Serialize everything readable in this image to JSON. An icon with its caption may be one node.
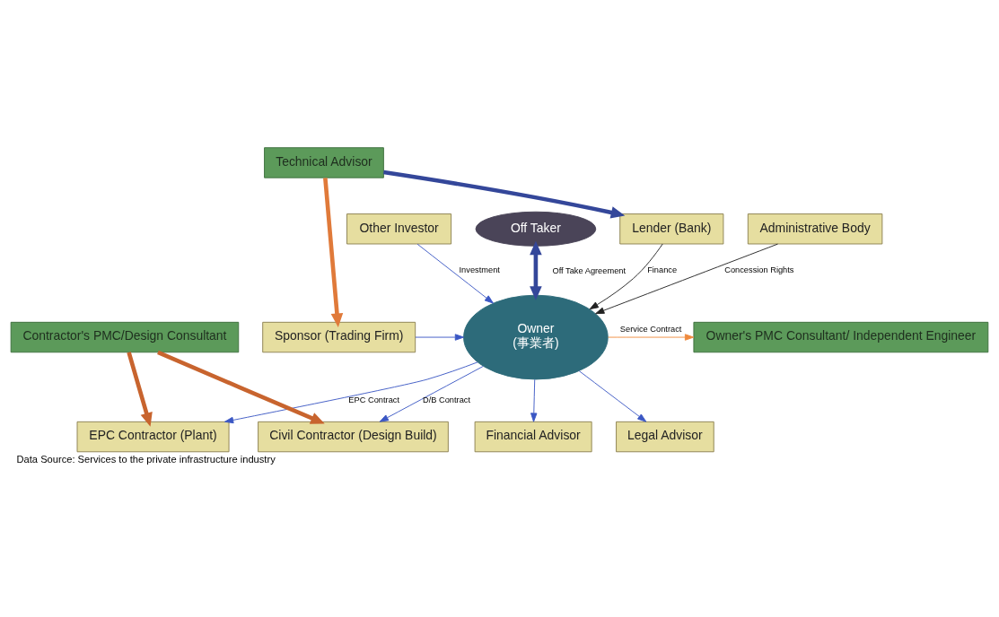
{
  "diagram": {
    "caption": "Data Source: Services to the private infrastructure industry",
    "nodes": [
      {
        "text": [
          "Technical Advisor"
        ]
      },
      {
        "text": [
          "Off Taker"
        ]
      },
      {
        "text": [
          "Lender (Bank)"
        ]
      },
      {
        "text": [
          "Administrative Body"
        ]
      },
      {
        "text": [
          "Sponsor (Trading Firm)"
        ]
      },
      {
        "text": [
          "Owner",
          "(事業者)"
        ]
      },
      {
        "text": [
          "Legal Advisor"
        ]
      },
      {
        "text": [
          "Other Investor"
        ]
      },
      {
        "text": [
          "Financial Advisor"
        ]
      },
      {
        "text": [
          "Owner's PMC Consultant/ Independent Engineer"
        ]
      },
      {
        "text": [
          "Civil Contractor (Design Build)"
        ]
      },
      {
        "text": [
          "EPC Contractor (Plant)"
        ]
      },
      {
        "text": [
          "Contractor's PMC/Design Consultant"
        ]
      }
    ],
    "edges": [
      {
        "from": 0,
        "to": 2,
        "arrow": "to",
        "style": "thick",
        "color": "#34479a"
      },
      {
        "from": 0,
        "to": 4,
        "arrow": "to",
        "style": "thick",
        "color": "#e07a3a"
      },
      {
        "from": 1,
        "to": 5,
        "arrow": "both",
        "label": "Off Take Agreement",
        "style": "thick",
        "color": "#34479a"
      },
      {
        "from": 2,
        "to": 5,
        "arrow": "to",
        "label": "Finance",
        "color": "#222222"
      },
      {
        "from": 3,
        "to": 5,
        "arrow": "to",
        "label": "Concession Rights",
        "color": "#222222"
      },
      {
        "from": 4,
        "to": 5,
        "arrow": "to"
      },
      {
        "from": 7,
        "to": 5,
        "arrow": "to",
        "label": "Investment"
      },
      {
        "from": 5,
        "to": 6,
        "arrow": "to"
      },
      {
        "from": 5,
        "to": 8,
        "arrow": "to"
      },
      {
        "from": 5,
        "to": 9,
        "arrow": "to",
        "label": "Service Contract",
        "color": "#ef8a3e"
      },
      {
        "from": 5,
        "to": 10,
        "arrow": "to",
        "label": "D/B Contract"
      },
      {
        "from": 5,
        "to": 11,
        "arrow": "to",
        "label": "EPC Contract"
      },
      {
        "from": 12,
        "to": 10,
        "arrow": "to",
        "style": "thick",
        "color": "#c8642e"
      },
      {
        "from": 12,
        "to": 11,
        "arrow": "to",
        "style": "thick",
        "color": "#c8642e"
      }
    ]
  }
}
